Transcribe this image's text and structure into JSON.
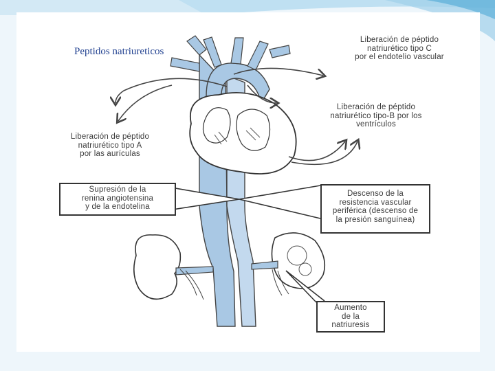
{
  "slide": {
    "title": "Peptidos natriureticos"
  },
  "diagram": {
    "label_bnp_c": "Liberación de péptido\nnatriurético tipo C\npor el endotelio vascular",
    "label_bnp_b": "Liberación de péptido\nnatriurético tipo-B por los\nventrículos",
    "label_anp_a": "Liberación de péptido\nnatriurético tipo A\npor las aurículas",
    "label_renin": "Supresión de la\nrenina angiotensina\ny de la endotelina",
    "label_resistance": "Descenso de la\nresistencia vascular\nperiférica (descenso de\nla presión sanguínea)",
    "label_natriuresis": "Aumento\nde la\nnatriuresis"
  },
  "colors": {
    "vessel_blue": "#a9c8e4",
    "outline": "#333333",
    "title_blue": "#1f3f8f"
  }
}
